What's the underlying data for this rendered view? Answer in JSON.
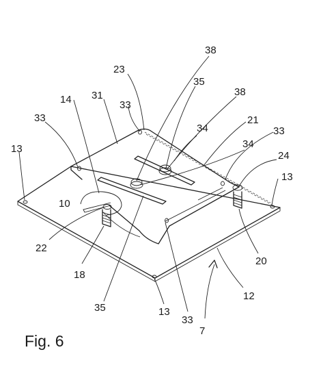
{
  "caption": "Fig. 6",
  "refs": {
    "r38a": "38",
    "r23": "23",
    "r35a": "35",
    "r38b": "38",
    "r14": "14",
    "r31": "31",
    "r33a": "33",
    "r33b": "33",
    "r34a": "34",
    "r21": "21",
    "r33c": "33",
    "r13a": "13",
    "r34b": "34",
    "r24": "24",
    "r13b": "13",
    "r10": "10",
    "r22": "22",
    "r18": "18",
    "r20": "20",
    "r35b": "35",
    "r12": "12",
    "r13c": "13",
    "r33d": "33",
    "r7": "7"
  }
}
